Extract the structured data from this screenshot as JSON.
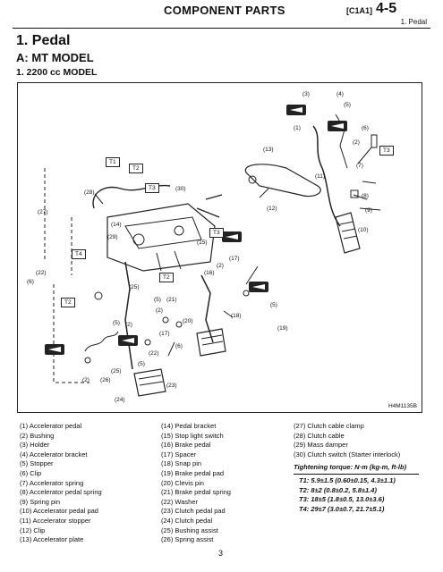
{
  "header": {
    "title": "COMPONENT PARTS",
    "code": "[C1A1]",
    "page": "4-5",
    "subtitle": "1. Pedal"
  },
  "section": {
    "h1": "1. Pedal",
    "h2": "A: MT MODEL",
    "h3": "1. 2200 cc MODEL"
  },
  "figure": {
    "id": "H4M1135B",
    "torque_tags": [
      "T1",
      "T2",
      "T3",
      "T3",
      "T3",
      "T4",
      "T2",
      "T2"
    ],
    "callouts": [
      "(3)",
      "(4)",
      "(5)",
      "(1)",
      "(6)",
      "(2)",
      "(13)",
      "(7)",
      "(11)",
      "(8)",
      "(28)",
      "(30)",
      "(9)",
      "(27)",
      "(12)",
      "(14)",
      "(29)",
      "(10)",
      "(15)",
      "(17)",
      "(2)",
      "(22)",
      "(6)",
      "(16)",
      "(25)",
      "(5)",
      "(21)",
      "(2)",
      "(5)",
      "(18)",
      "(20)",
      "(5)",
      "(2)",
      "(19)",
      "(17)",
      "(6)",
      "(22)",
      "(5)",
      "(25)",
      "(2)",
      "(26)",
      "(23)",
      "(24)"
    ]
  },
  "parts_col1": [
    "(1) Accelerator pedal",
    "(2) Bushing",
    "(3) Holder",
    "(4) Accelerator bracket",
    "(5) Stopper",
    "(6) Clip",
    "(7) Accelerator spring",
    "(8) Accelerator pedal spring",
    "(9) Spring pin",
    "(10) Accelerator pedal pad",
    "(11) Accelerator stopper",
    "(12) Clip",
    "(13) Accelerator plate"
  ],
  "parts_col2": [
    "(14) Pedal bracket",
    "(15) Stop light switch",
    "(16) Brake pedal",
    "(17) Spacer",
    "(18) Snap pin",
    "(19) Brake pedal pad",
    "(20) Clevis pin",
    "(21) Brake pedal spring",
    "(22) Washer",
    "(23) Clutch pedal pad",
    "(24) Clutch pedal",
    "(25) Bushing assist",
    "(26) Spring assist"
  ],
  "parts_col3": [
    "(27) Clutch cable clamp",
    "(28) Clutch cable",
    "(29) Mass damper",
    "(30) Clutch switch (Starter interlock)"
  ],
  "torque": {
    "heading": "Tightening torque: N·m (kg-m, ft-lb)",
    "values": [
      "T1: 5.9±1.5 (0.60±0.15, 4.3±1.1)",
      "T2: 8±2 (0.8±0.2, 5.8±1.4)",
      "T3: 18±5 (1.8±0.5, 13.0±3.6)",
      "T4: 29±7 (3.0±0.7, 21.7±5.1)"
    ]
  },
  "page_number": "3"
}
